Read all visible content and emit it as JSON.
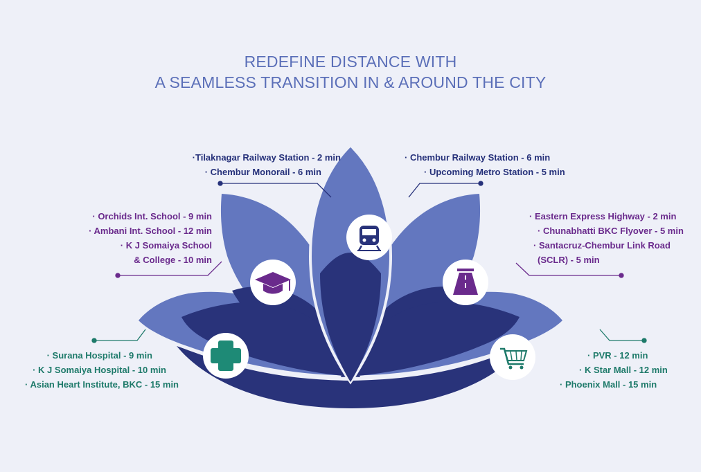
{
  "title": {
    "line1": "REDEFINE DISTANCE WITH",
    "line2": "A SEAMLESS TRANSITION IN & AROUND THE CITY"
  },
  "icons": {
    "train": "train-icon",
    "education": "graduation-cap-icon",
    "road": "road-icon",
    "health": "medical-cross-icon",
    "shopping": "shopping-cart-icon"
  },
  "colors": {
    "outer_petal": "#6377bf",
    "inner_petal": "#29337a",
    "title": "#5b6fb8",
    "transit_text": "#26317a",
    "education_text": "#6a2a8c",
    "road_text": "#6a2a8c",
    "health_text": "#1e7a6a",
    "shopping_text": "#1e7a6a"
  },
  "groups": {
    "rail_left": {
      "items": [
        "·Tilaknagar Railway Station - 2 min",
        "· Chembur Monorail - 6 min"
      ]
    },
    "rail_right": {
      "items": [
        "· Chembur Railway Station - 6 min",
        "· Upcoming Metro Station - 5 min"
      ]
    },
    "education": {
      "items": [
        "· Orchids Int. School - 9 min",
        "· Ambani Int. School - 12 min",
        "· K J Somaiya School",
        "& College - 10 min"
      ]
    },
    "roads": {
      "items": [
        "· Eastern Express Highway - 2 min",
        "· Chunabhatti BKC Flyover - 5 min",
        "· Santacruz-Chembur Link Road",
        "(SCLR) - 5 min"
      ]
    },
    "health": {
      "items": [
        "· Surana Hospital - 9 min",
        "· K J Somaiya Hospital - 10 min",
        "· Asian Heart Institute, BKC - 15 min"
      ]
    },
    "shopping": {
      "items": [
        "· PVR - 12 min",
        "· K Star Mall - 12 min",
        "· Phoenix Mall - 15 min"
      ]
    }
  }
}
